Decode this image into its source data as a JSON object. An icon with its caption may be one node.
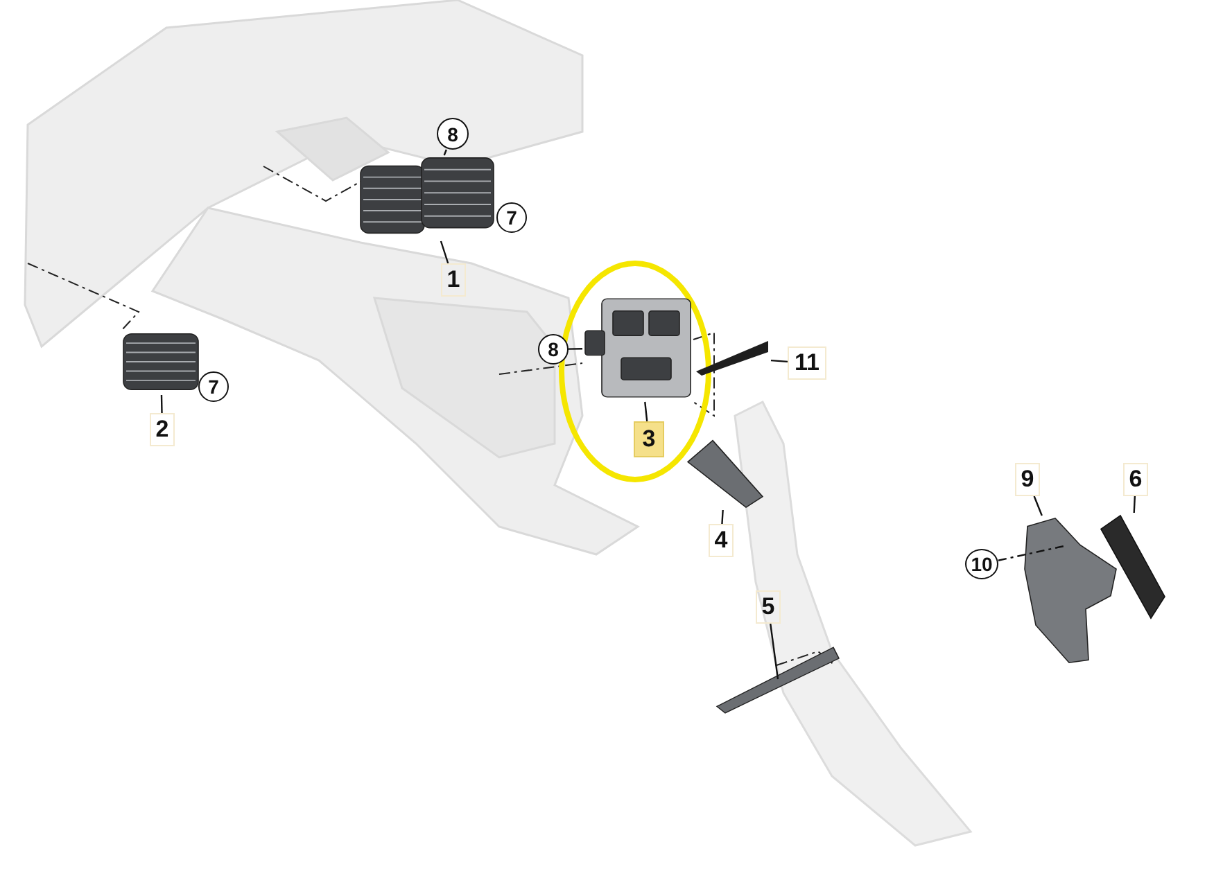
{
  "diagram": {
    "nodes": [
      {
        "text": [
          "8"
        ]
      },
      {
        "text": [
          "7"
        ]
      },
      {
        "text": [
          "1"
        ]
      },
      {
        "text": [
          "2"
        ]
      },
      {
        "text": [
          "7"
        ]
      },
      {
        "text": [
          "8"
        ]
      },
      {
        "text": [
          "11"
        ]
      },
      {
        "text": [
          "3"
        ]
      },
      {
        "text": [
          "4"
        ]
      },
      {
        "text": [
          "5"
        ]
      },
      {
        "text": [
          "9"
        ]
      },
      {
        "text": [
          "10"
        ]
      },
      {
        "text": [
          "6"
        ]
      },
      {
        "text": [],
        "shape": "picture"
      },
      {
        "text": [],
        "shape": "picture"
      },
      {
        "text": [],
        "shape": "picture"
      },
      {
        "text": [],
        "shape": "picture"
      },
      {
        "text": [],
        "shape": "picture"
      },
      {
        "text": [],
        "shape": "picture"
      },
      {
        "text": [],
        "shape": "picture"
      },
      {
        "text": [],
        "shape": "picture"
      }
    ],
    "edges": [
      {
        "from": 0,
        "to": 13,
        "arrow": "none",
        "style": "dashed"
      },
      {
        "from": 2,
        "to": 13,
        "arrow": "none"
      },
      {
        "from": 3,
        "to": 14,
        "arrow": "none"
      },
      {
        "from": 5,
        "to": 15,
        "arrow": "none"
      },
      {
        "from": 6,
        "to": 16,
        "arrow": "none"
      },
      {
        "from": 7,
        "to": 15,
        "arrow": "none"
      },
      {
        "from": 8,
        "to": 17,
        "arrow": "none"
      },
      {
        "from": 9,
        "to": 18,
        "arrow": "none"
      },
      {
        "from": 10,
        "to": 19,
        "arrow": "none"
      },
      {
        "from": 11,
        "to": 19,
        "arrow": "none",
        "style": "dashed"
      },
      {
        "from": 12,
        "to": 20,
        "arrow": "none"
      }
    ]
  }
}
